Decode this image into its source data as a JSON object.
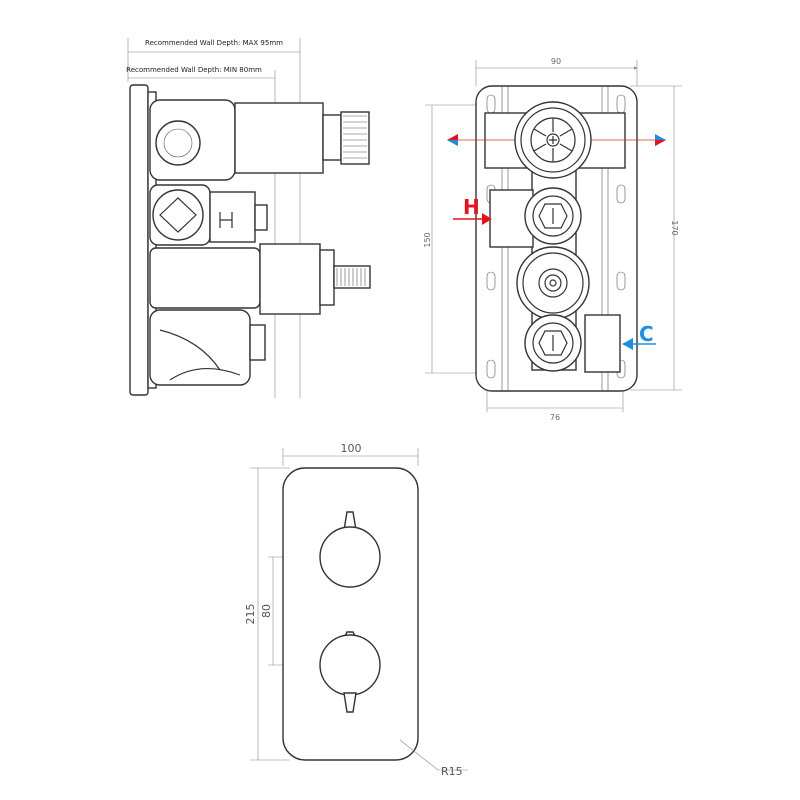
{
  "side_view": {
    "max_depth_label": "Recommended Wall Depth: MAX 95mm",
    "min_depth_label": "Recommended Wall Depth: MIN 80mm"
  },
  "front_view": {
    "width_label": "90",
    "hole_height_label": "150",
    "height_label": "170",
    "hole_width_label": "76",
    "hot_label": "H",
    "cold_label": "C",
    "hot_color": "#e3131b",
    "cold_color": "#1e8fe0"
  },
  "trim_plate": {
    "width_label": "100",
    "height_label": "215",
    "spacing_label": "80",
    "radius_label": "R15"
  }
}
